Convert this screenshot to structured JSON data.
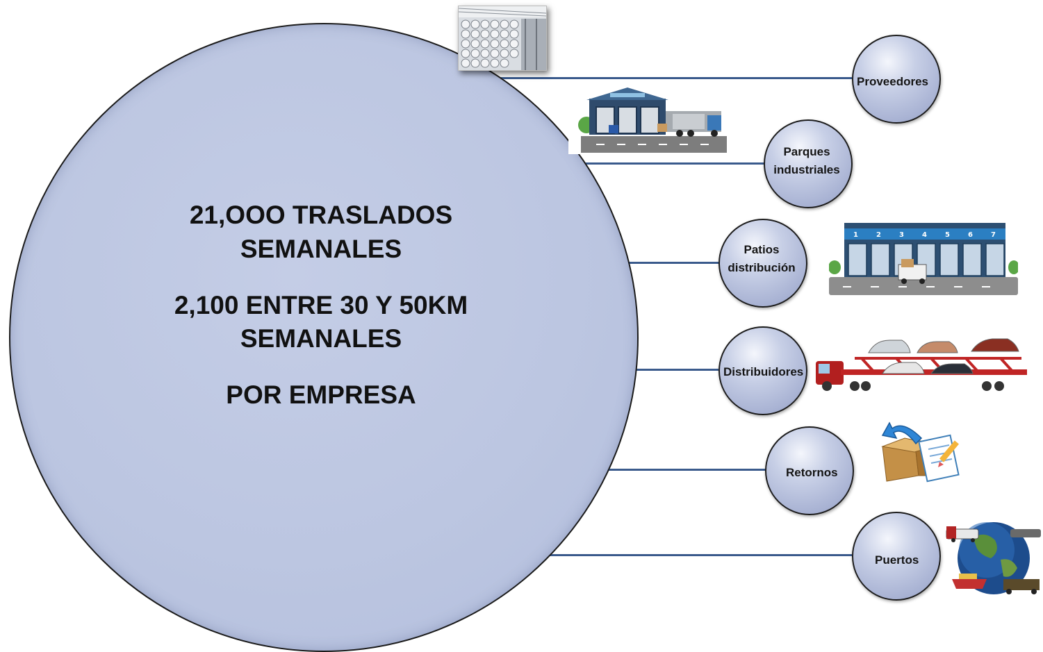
{
  "center": {
    "line1": "21,OOO TRASLADOS",
    "line2": "SEMANALES",
    "line3": "2,100 ENTRE 30 Y 50KM",
    "line4": "SEMANALES",
    "line5": "POR EMPRESA"
  },
  "nodes": [
    {
      "id": "proveedores",
      "label": "Proveedores",
      "image": "steel-pipes-photo"
    },
    {
      "id": "parques",
      "label_line1": "Parques",
      "label_line2": "industriales",
      "image": "warehouse-truck-illustration"
    },
    {
      "id": "patios",
      "label_line1": "Patios",
      "label_line2": "distribución",
      "image": "loading-docks-illustration"
    },
    {
      "id": "distribuidores",
      "label": "Distribuidores",
      "image": "car-carrier-truck-illustration"
    },
    {
      "id": "retornos",
      "label": "Retornos",
      "image": "box-return-arrow-icon"
    },
    {
      "id": "puertos",
      "label": "Puertos",
      "image": "globe-transport-illustration"
    }
  ],
  "colors": {
    "big_circle": "#bcc6e1",
    "connector": "#3a5a8c",
    "node_fill": "#c7cfe6"
  }
}
